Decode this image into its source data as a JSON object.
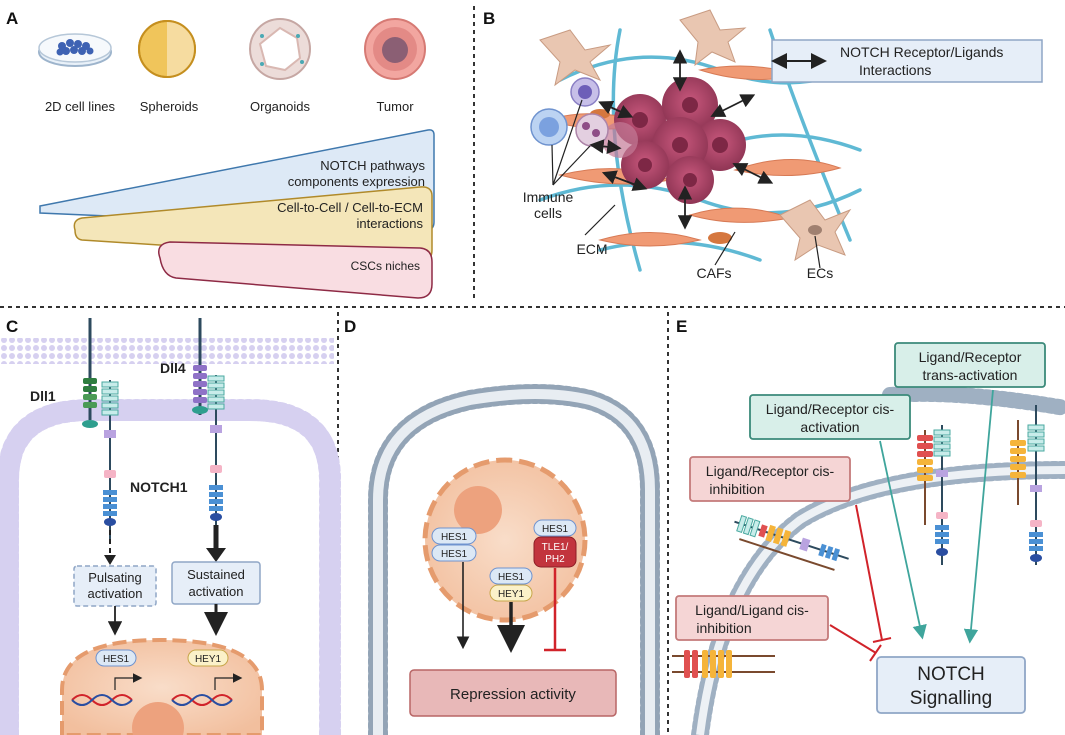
{
  "panels": {
    "A": {
      "letter": "A",
      "models": [
        "2D cell lines",
        "Spheroids",
        "Organoids",
        "Tumor"
      ],
      "wedges": [
        {
          "lines": [
            "NOTCH pathways",
            "components expression"
          ],
          "color": "#dde9f6",
          "stroke": "#3f78ad"
        },
        {
          "lines": [
            "Cell-to-Cell / Cell-to-ECM",
            "interactions"
          ],
          "color": "#f4e6b9",
          "stroke": "#b08a2a"
        },
        {
          "lines": [
            "CSCs niches"
          ],
          "color": "#f9dde2",
          "stroke": "#8e2a45"
        }
      ]
    },
    "B": {
      "letter": "B",
      "legend_lines": [
        "NOTCH Receptor/Ligands",
        "Interactions"
      ],
      "labels": {
        "immune": [
          "Immune",
          "cells"
        ],
        "ecm": "ECM",
        "cafs": "CAFs",
        "ecs": "ECs"
      }
    },
    "C": {
      "letter": "C",
      "ligands": {
        "dll1": "Dll1",
        "dll4": "Dll4"
      },
      "receptor": "NOTCH1",
      "boxes": {
        "pulsating": [
          "Pulsating",
          "activation"
        ],
        "sustained": [
          "Sustained",
          "activation"
        ]
      },
      "genes": {
        "hes1": "HES1",
        "hey1": "HEY1"
      }
    },
    "D": {
      "letter": "D",
      "proteins": {
        "hes1": "HES1",
        "hey1": "HEY1",
        "tle1": [
          "TLE1/",
          "PH2"
        ]
      },
      "output": "Repression activity"
    },
    "E": {
      "letter": "E",
      "boxes": {
        "trans_activation": [
          "Ligand/Receptor",
          "trans-activation"
        ],
        "cis_activation": [
          "Ligand/Receptor cis-",
          "activation"
        ],
        "cis_inhibition": [
          "Ligand/Receptor cis-",
          "inhibition"
        ],
        "ligand_cis_inhibition": [
          "Ligand/Ligand cis-",
          "inhibition"
        ]
      },
      "output": [
        "NOTCH",
        "Signalling"
      ]
    }
  },
  "colors": {
    "divider": "#333333",
    "membrane": "#c9c2ea",
    "membrane_grey": "#93a4b6",
    "nucleus": "#f6cdb0",
    "nucleus_border": "#e59b6d",
    "teal_box": "#d8efe9",
    "teal_border": "#3b8a7a",
    "pink_box": "#f5d5d5",
    "pink_border": "#c47a7a",
    "blue_box": "#e6eef8",
    "blue_border": "#8fa6c6",
    "tumor": "#b34a6f",
    "caf": "#f09a74",
    "ecm_fiber": "#5fb9d4",
    "inhibit": "#d1232a",
    "activate_teal": "#3fa59c"
  }
}
